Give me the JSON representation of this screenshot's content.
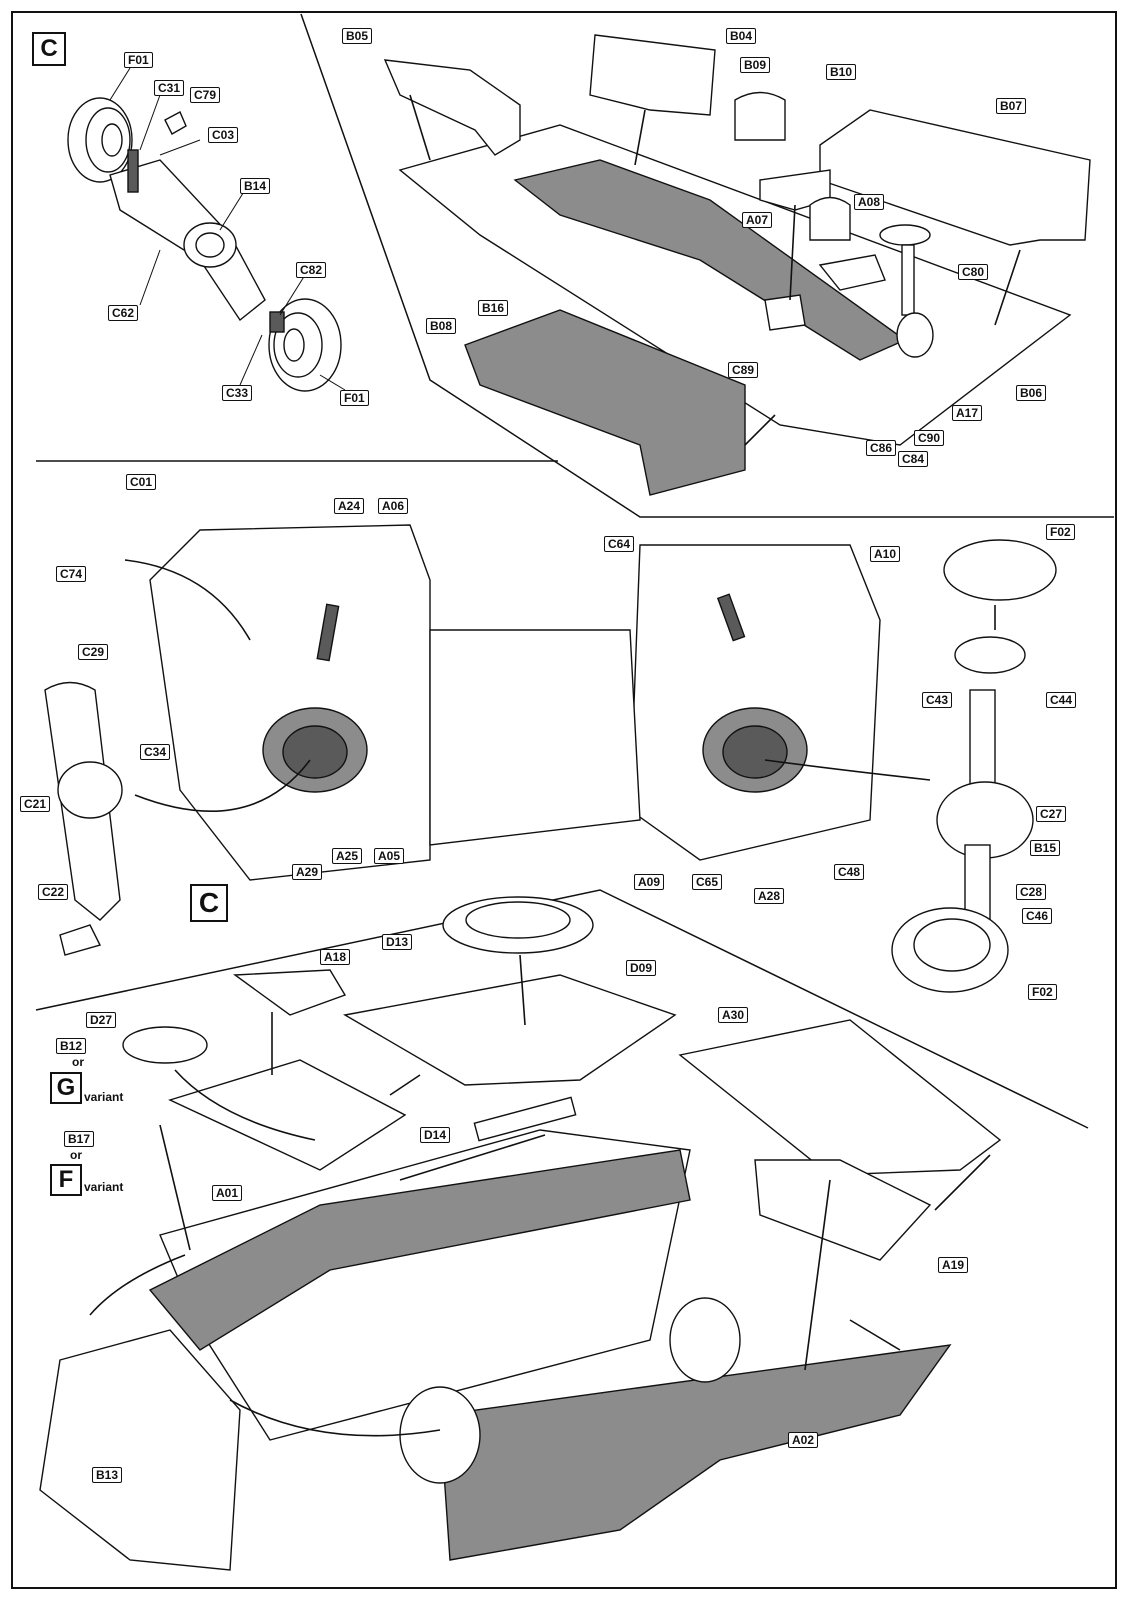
{
  "step_marker": "C",
  "assembly_ref": "C",
  "variants": {
    "or": "or",
    "g": {
      "letter": "G",
      "word": "variant"
    },
    "f": {
      "letter": "F",
      "word": "variant"
    }
  },
  "panel_axle_labels": [
    "F01",
    "C31",
    "C79",
    "C03",
    "B14",
    "C62",
    "C82",
    "C33",
    "F01"
  ],
  "panel_interior_labels": [
    "B05",
    "B04",
    "B09",
    "B10",
    "B07",
    "A07",
    "A08",
    "C80",
    "B16",
    "B08",
    "C89",
    "A17",
    "B06",
    "C86",
    "C84",
    "C90"
  ],
  "panel_hull_labels": [
    "C01",
    "C74",
    "A24",
    "A06",
    "C64",
    "A10",
    "F02",
    "C29",
    "C43",
    "C44",
    "C34",
    "C21",
    "C27",
    "B15",
    "C22",
    "A29",
    "A25",
    "A05",
    "A09",
    "C65",
    "A28",
    "C48",
    "C28",
    "C46",
    "F02"
  ],
  "panel_body_labels": [
    "D13",
    "A18",
    "D09",
    "D27",
    "B12",
    "A30",
    "B17",
    "D14",
    "A01",
    "A19",
    "B13",
    "A02"
  ],
  "colors": {
    "line": "#111111",
    "grey_part": "#8c8c8c",
    "dark_part": "#5a5a5a",
    "paper": "#ffffff"
  }
}
